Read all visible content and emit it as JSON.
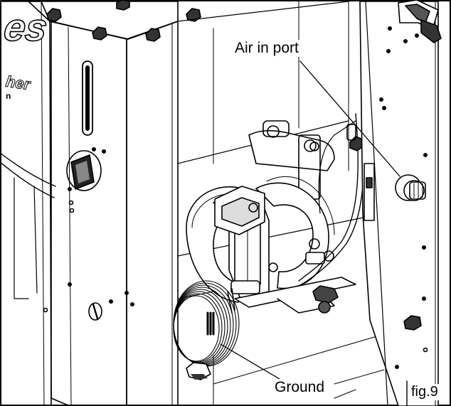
{
  "figure": {
    "label": "fig.9",
    "callouts": {
      "air_in_port": "Air in port",
      "ground": "Ground"
    }
  },
  "partial_lettering": {
    "brand_fragment": "es",
    "panel_fragment": "her",
    "panel_fragment_small": "n"
  },
  "colors": {
    "line": "#000000",
    "background": "#ffffff"
  }
}
